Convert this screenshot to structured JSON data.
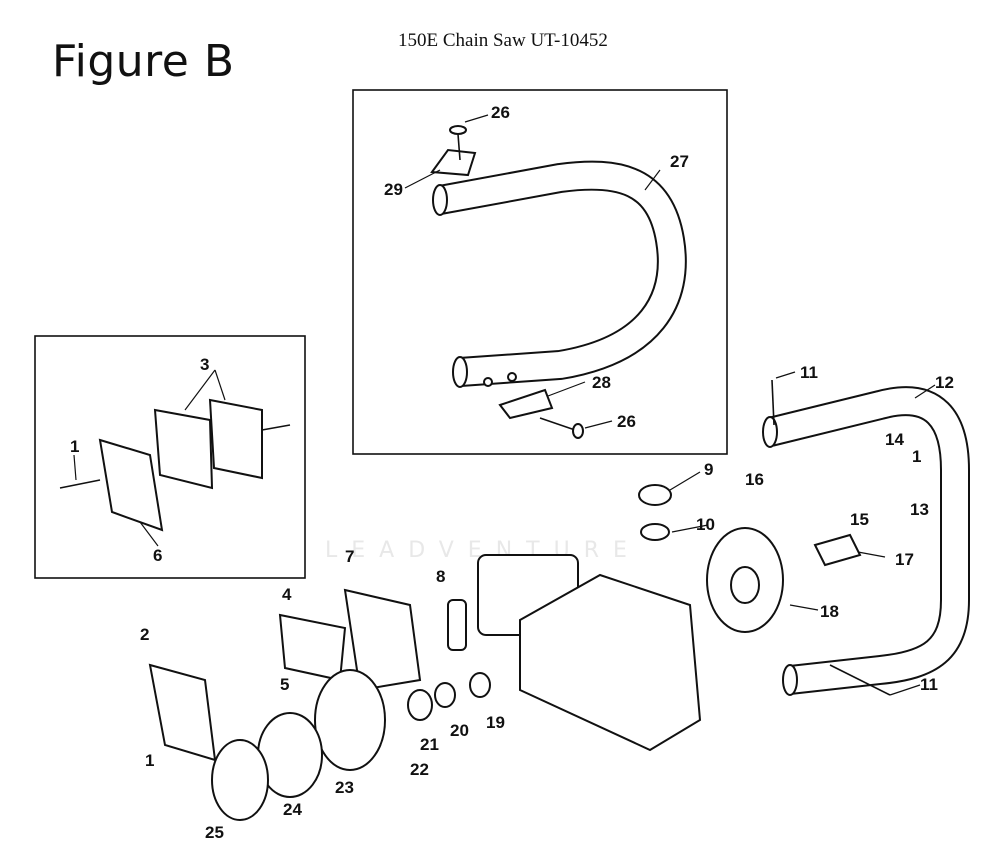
{
  "header": {
    "figure_title": "Figure B",
    "model_title": "150E Chain Saw UT-10452",
    "watermark": "LEADVENTURE"
  },
  "labels": {
    "l1a": "1",
    "l1b": "1",
    "l1c": "1",
    "l2": "2",
    "l3": "3",
    "l4": "4",
    "l5": "5",
    "l6": "6",
    "l7": "7",
    "l8": "8",
    "l9": "9",
    "l10": "10",
    "l11a": "11",
    "l11b": "11",
    "l12": "12",
    "l13": "13",
    "l14": "14",
    "l15": "15",
    "l16": "16",
    "l17": "17",
    "l18": "18",
    "l19": "19",
    "l20": "20",
    "l21": "21",
    "l22": "22",
    "l23": "23",
    "l24": "24",
    "l25": "25",
    "l26a": "26",
    "l26b": "26",
    "l27": "27",
    "l28": "28",
    "l29": "29"
  }
}
